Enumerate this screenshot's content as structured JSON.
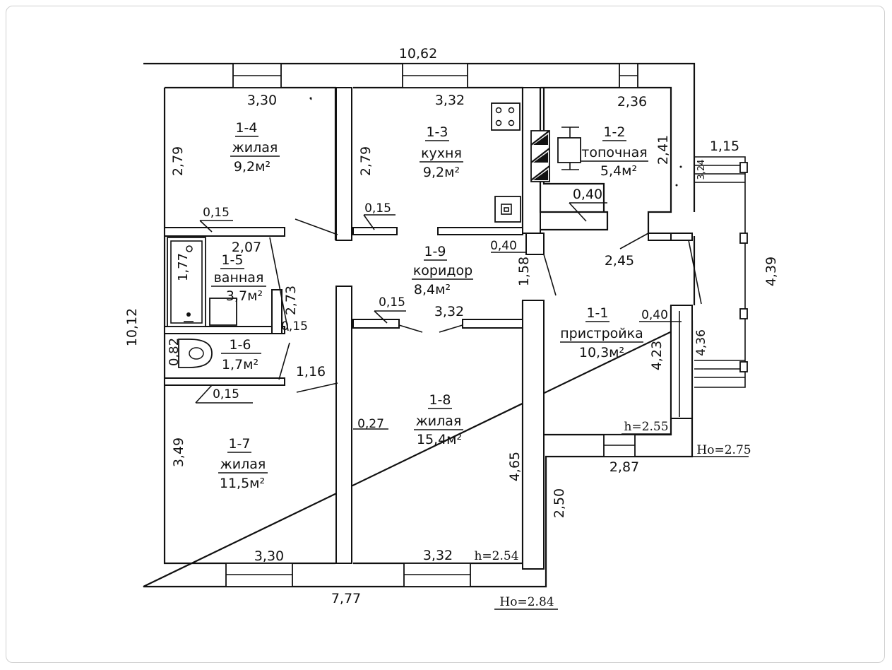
{
  "colors": {
    "line": "#111111",
    "background": "#ffffff"
  },
  "rooms": [
    {
      "id": "1-4",
      "name": "жилая",
      "area": "9,2м²"
    },
    {
      "id": "1-3",
      "name": "кухня",
      "area": "9,2м²"
    },
    {
      "id": "1-2",
      "name": "топочная",
      "area": "5,4м²"
    },
    {
      "id": "1-5",
      "name": "ванная",
      "area": "3,7м²"
    },
    {
      "id": "1-9",
      "name": "коридор",
      "area": "8,4м²"
    },
    {
      "id": "1-1",
      "name": "пристройка",
      "area": "10,3м²"
    },
    {
      "id": "1-6",
      "name": "",
      "area": "1,7м²"
    },
    {
      "id": "1-8",
      "name": "жилая",
      "area": "15,4м²"
    },
    {
      "id": "1-7",
      "name": "жилая",
      "area": "11,5м²"
    }
  ],
  "dimensions": {
    "total_width": "10,62",
    "total_height": "10,12",
    "bottom_length": "7,77",
    "r14_width": "3,30",
    "r14_height": "2,79",
    "r13_width": "3,32",
    "r13_height": "2,79",
    "r12_width": "2,36",
    "r12_height": "2,41",
    "porch_width": "1,15",
    "porch_depth": "3,24",
    "stove_wall": "0,40",
    "corr_01": "0,15",
    "corr_02": "0,15",
    "corr_03": "0,15",
    "r15_width": "2,07",
    "r15_height": "1,77",
    "r15_side": "2,73",
    "r15_wall": "0,15",
    "r16_height": "0,82",
    "r16_wall": "0,15",
    "r16_side": "1,16",
    "corr_wall_040": "0,40",
    "corr_158": "1,58",
    "r11_245": "2,45",
    "ext_439": "4,39",
    "r11_wall": "0,40",
    "r11_423": "4,23",
    "r11_436": "4,36",
    "r11_h": "h=2.55",
    "r11_ho": "Ho=2.75",
    "r11_width": "2,87",
    "r18_top": "3,32",
    "r18_wall": "0,27",
    "r18_height": "4,65",
    "r18_bottom": "3,32",
    "r18_h": "h=2.54",
    "r17_height": "3,49",
    "r17_width": "3,30",
    "ext_250": "2,50",
    "main_ho": "Ho=2.84"
  }
}
